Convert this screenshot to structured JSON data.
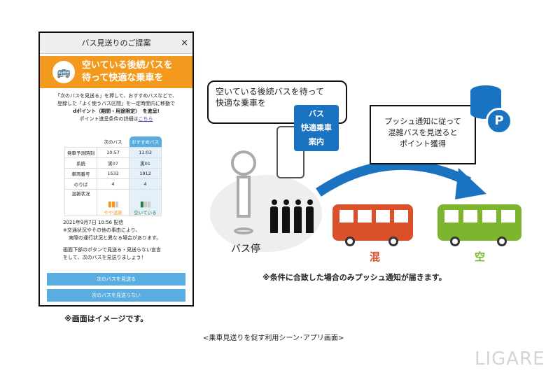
{
  "app": {
    "title": "バス見送りのご提案",
    "close_icon": "×",
    "banner": {
      "line1": "空いている後続バスを",
      "line2": "待って快適な乗車を"
    },
    "intro": [
      "「次のバスを見送る」を押して、おすすめバスなどで、",
      "登録した「よく使うバス区間」を一定時間内に移動で",
      "dポイント（期間・用途限定）　を進呈!"
    ],
    "detail_text": "ポイント進呈条件の詳細は",
    "detail_link": "こちら",
    "table": {
      "headers": [
        "",
        "次のバス",
        "おすすめバス"
      ],
      "rows": [
        [
          "発車予測時刻",
          "10:57",
          "11:03"
        ],
        [
          "系統",
          "黒07",
          "黒01"
        ],
        [
          "車両番号",
          "1532",
          "1912"
        ],
        [
          "のりば",
          "4",
          "4"
        ],
        [
          "混雑状況",
          "やや混雑",
          "空いている"
        ]
      ]
    },
    "timestamp": "2021年9月7日 10:56 配信",
    "note": [
      "※交通状況やその他の事由により、",
      "実際の運行状況と異なる場合があります。"
    ],
    "prompt": [
      "画面下部のボタンで見送る・見送らない宣言",
      "をして、次のバスを見送りましょう！"
    ],
    "buttons": {
      "skip": "次のバスを見送る",
      "noskip": "次のバスを見送らない"
    }
  },
  "caption_image": "※画面はイメージです。",
  "illustration": {
    "speech": [
      "空いている後続バスを待って",
      "快適な乗車を"
    ],
    "phone_card": [
      "バス",
      "快適乗車",
      "案内"
    ],
    "push": [
      "プッシュ通知に従って",
      "混雑バスを見送ると",
      "ポイント獲得"
    ],
    "bus_stop": "バス停",
    "crowded": "混",
    "empty": "空",
    "footnote": "※条件に合致した場合のみプッシュ通知が届きます。"
  },
  "figure_caption": "<乗車見送りを促す利用シーン･アプリ画面>",
  "logo": "LIGARE",
  "colors": {
    "orange": "#f39a1e",
    "blue": "#1a73c0",
    "red": "#d9502a",
    "green": "#7db52e"
  }
}
